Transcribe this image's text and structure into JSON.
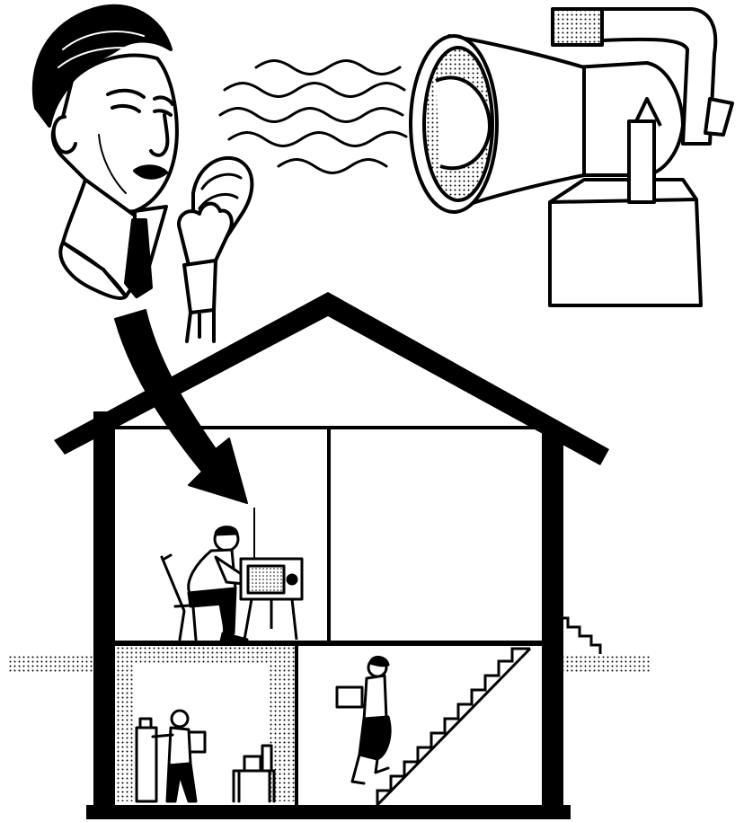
{
  "illustration": {
    "style": "black-and-white line art with halftone dot shading",
    "colors": {
      "ink": "#000000",
      "paper": "#ffffff"
    },
    "elements": [
      "announcer",
      "microphone",
      "sound-waves",
      "loudspeaker-horn",
      "signal-arrow",
      "house",
      "man-with-radio",
      "radio-set",
      "woman-on-stairs",
      "person-in-basement"
    ]
  }
}
